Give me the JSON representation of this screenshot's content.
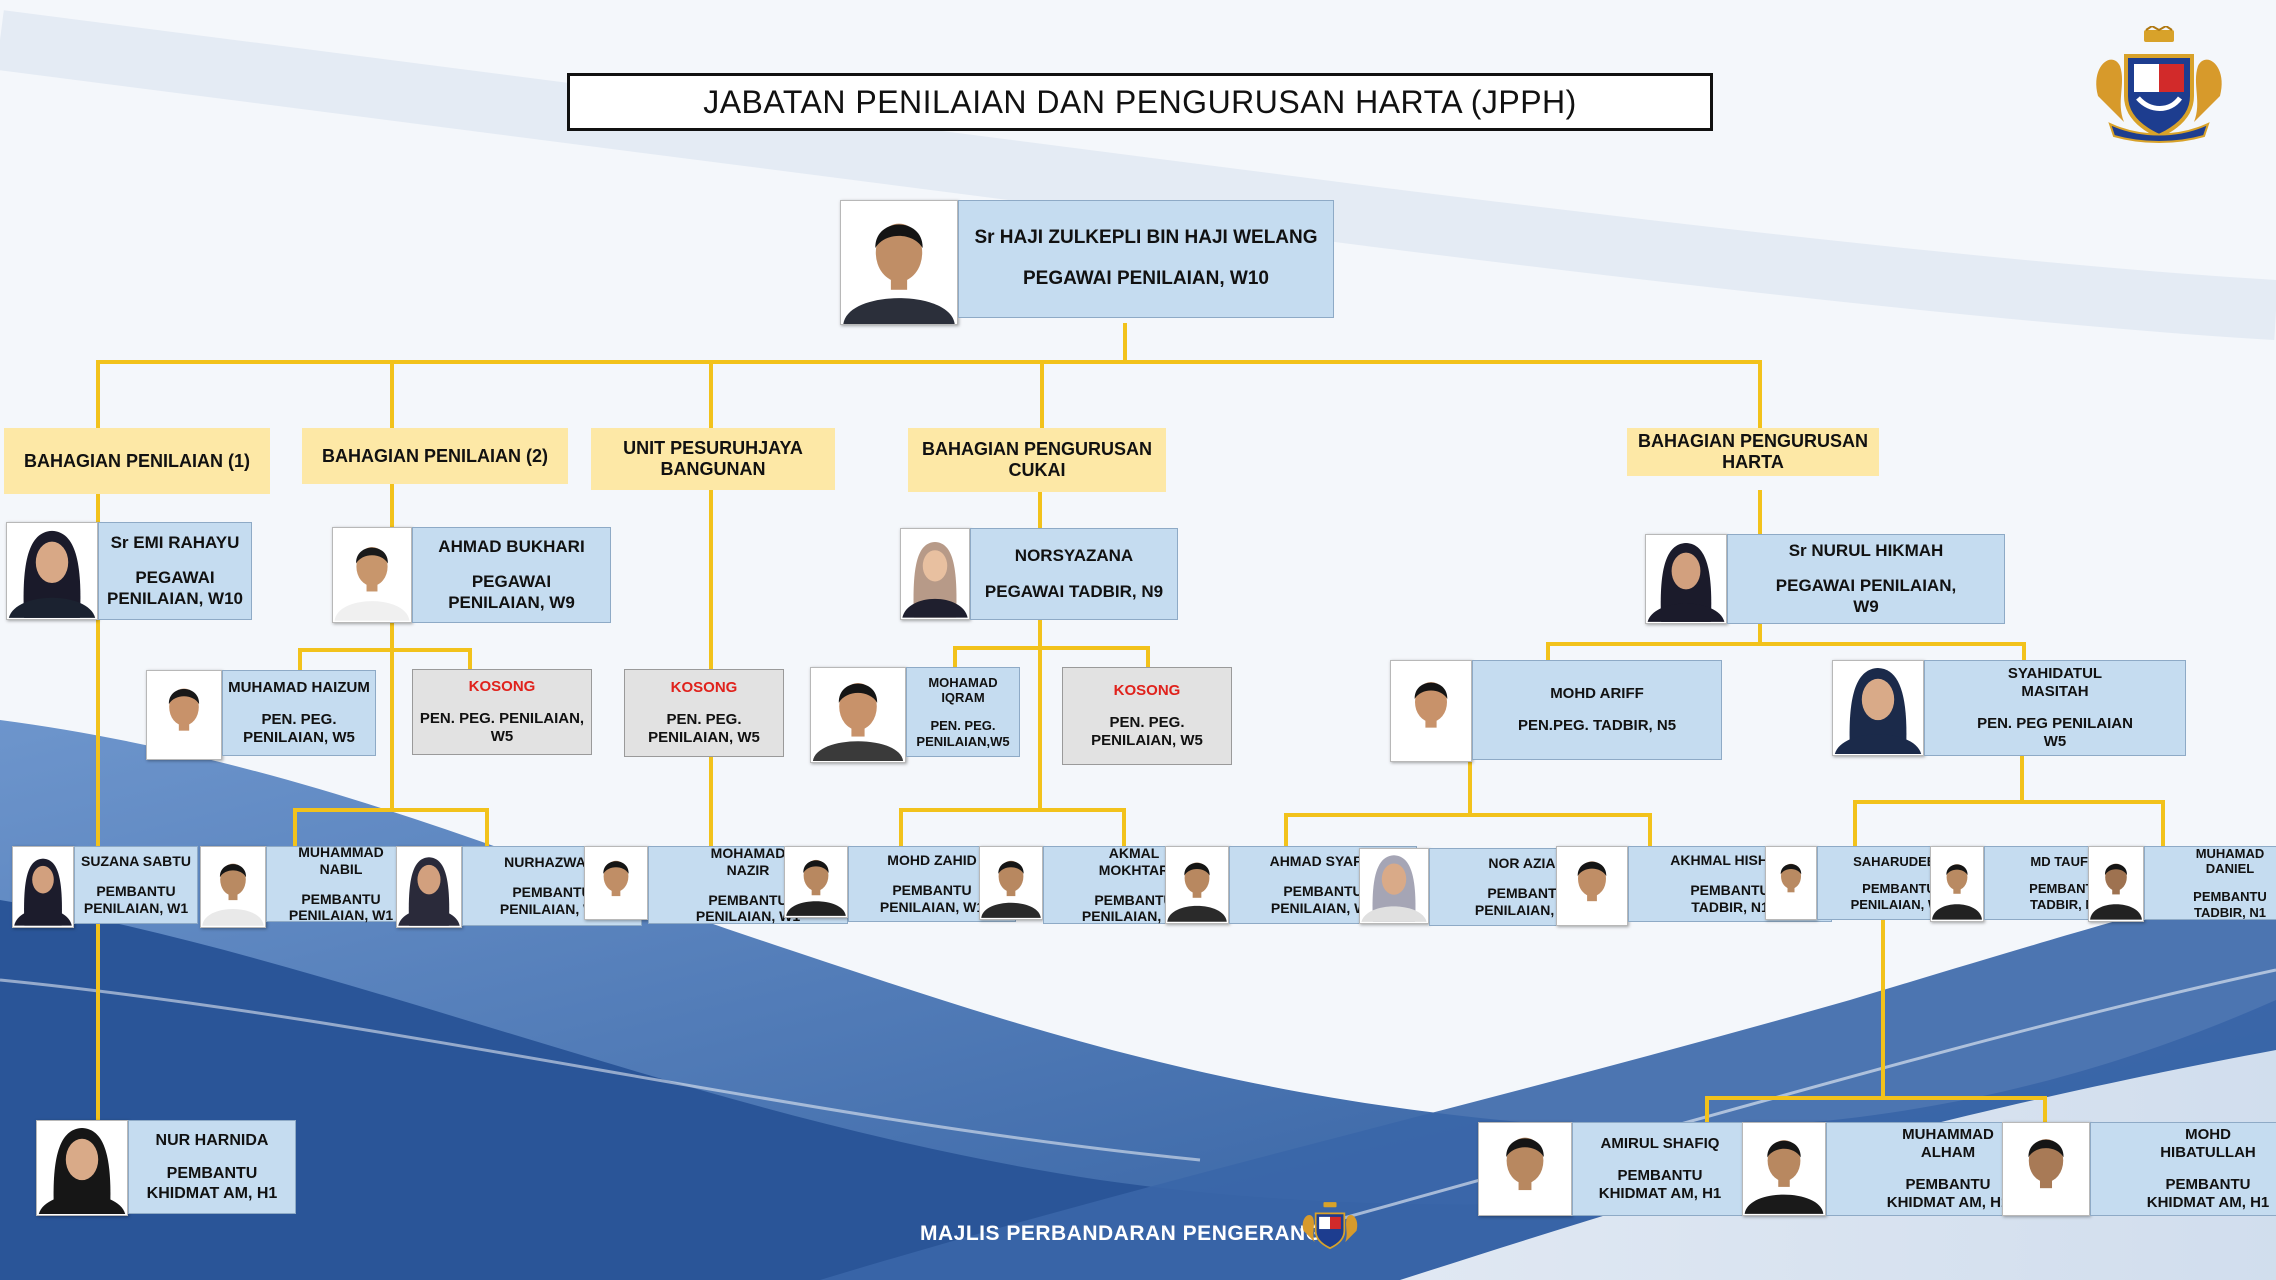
{
  "title": "JABATAN PENILAIAN DAN PENGURUSAN HARTA (JPPH)",
  "footer": "MAJLIS PERBANDARAN PENGERANG",
  "colors": {
    "connector": "#f2c21b",
    "card": "#c5dcf0",
    "dept": "#fde8a6",
    "vacant": "#e2e2e2",
    "vacant_text": "#e0221c",
    "wave": "#2f5c9e"
  },
  "head": {
    "name": "Sr HAJI ZULKEPLI BIN HAJI WELANG",
    "position": "PEGAWAI PENILAIAN, W10"
  },
  "departments": [
    {
      "label": "BAHAGIAN PENILAIAN (1)"
    },
    {
      "label": "BAHAGIAN PENILAIAN (2)"
    },
    {
      "label": "UNIT PESURUHJAYA\nBANGUNAN"
    },
    {
      "label": "BAHAGIAN PENGURUSAN\nCUKAI"
    },
    {
      "label": "BAHAGIAN PENGURUSAN\nHARTA"
    }
  ],
  "staff": [
    {
      "name": "Sr EMI RAHAYU",
      "position": "PEGAWAI\nPENILAIAN, W10"
    },
    {
      "name": "AHMAD BUKHARI",
      "position": "PEGAWAI\nPENILAIAN, W9"
    },
    {
      "name": "NORSYAZANA",
      "position": "PEGAWAI TADBIR, N9"
    },
    {
      "name": "Sr NURUL HIKMAH",
      "position": "PEGAWAI PENILAIAN,\nW9"
    },
    {
      "name": "MUHAMAD HAIZUM",
      "position": "PEN. PEG.\nPENILAIAN, W5"
    },
    {
      "name": "KOSONG",
      "position": "PEN. PEG. PENILAIAN,\nW5"
    },
    {
      "name": "KOSONG",
      "position": "PEN. PEG.\nPENILAIAN, W5"
    },
    {
      "name": "MOHAMAD\nIQRAM",
      "position": "PEN. PEG.\nPENILAIAN,W5"
    },
    {
      "name": "KOSONG",
      "position": "PEN. PEG.\nPENILAIAN, W5"
    },
    {
      "name": "MOHD ARIFF",
      "position": "PEN.PEG. TADBIR, N5"
    },
    {
      "name": "SYAHIDATUL\nMASITAH",
      "position": "PEN. PEG PENILAIAN\nW5"
    },
    {
      "name": "SUZANA SABTU",
      "position": "PEMBANTU\nPENILAIAN, W1"
    },
    {
      "name": "MUHAMMAD\nNABIL",
      "position": "PEMBANTU\nPENILAIAN, W1"
    },
    {
      "name": "NURHAZWANI",
      "position": "PEMBANTU\nPENILAIAN, W1"
    },
    {
      "name": "MOHAMAD\nNAZIR",
      "position": "PEMBANTU\nPENILAIAN, W1"
    },
    {
      "name": "MOHD ZAHID",
      "position": "PEMBANTU\nPENILAIAN, W1"
    },
    {
      "name": "AKMAL\nMOKHTAR",
      "position": "PEMBANTU\nPENILAIAN, W1"
    },
    {
      "name": "AHMAD SYAFIQ",
      "position": "PEMBANTU\nPENILAIAN, W1"
    },
    {
      "name": "NOR AZIAH",
      "position": "PEMBANTU\nPENILAIAN, W1"
    },
    {
      "name": "AKHMAL HISHAM",
      "position": "PEMBANTU\nTADBIR, N1"
    },
    {
      "name": "SAHARUDEEN",
      "position": "PEMBANTU\nPENILAIAN, W1"
    },
    {
      "name": "MD TAUFIQ",
      "position": "PEMBANTU\nTADBIR, N1"
    },
    {
      "name": "MUHAMAD\nDANIEL",
      "position": "PEMBANTU\nTADBIR, N1"
    },
    {
      "name": "NUR HARNIDA",
      "position": "PEMBANTU\nKHIDMAT AM, H1"
    },
    {
      "name": "AMIRUL SHAFIQ",
      "position": "PEMBANTU\nKHIDMAT AM, H1"
    },
    {
      "name": "MUHAMMAD\nALHAM",
      "position": "PEMBANTU\nKHIDMAT AM, H1"
    },
    {
      "name": "MOHD\nHIBATULLAH",
      "position": "PEMBANTU\nKHIDMAT AM, H1"
    }
  ]
}
